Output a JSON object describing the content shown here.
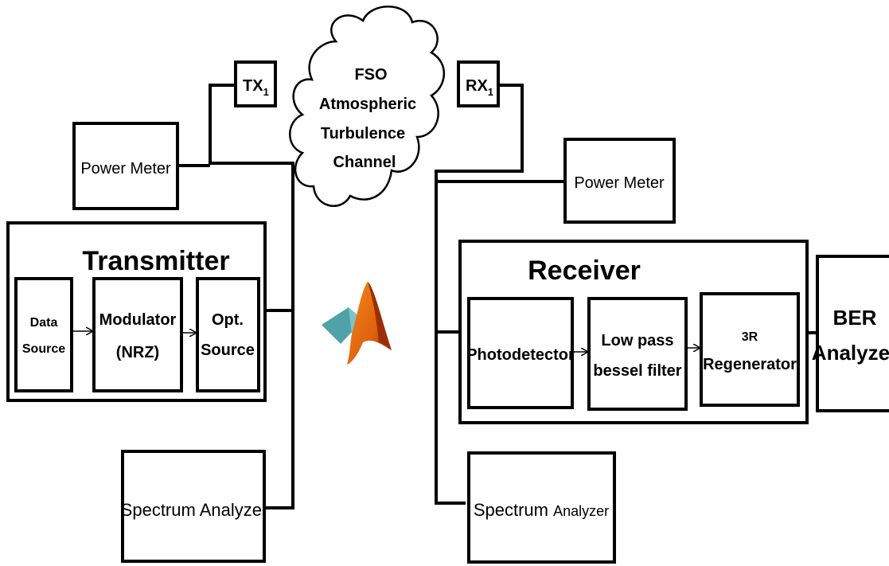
{
  "channel": {
    "lines": [
      "FSO",
      "Atmospheric",
      "Turbulence",
      "Channel"
    ]
  },
  "tx_label": {
    "main": "TX",
    "sub": "1"
  },
  "rx_label": {
    "main": "RX",
    "sub": "1"
  },
  "tx_power_meter": {
    "label": "Power Meter"
  },
  "rx_power_meter": {
    "label": "Power Meter"
  },
  "transmitter": {
    "title": "Transmitter",
    "data_source": [
      "Data",
      "Source"
    ],
    "modulator": [
      "Modulator",
      "(NRZ)"
    ],
    "opt_source": [
      "Opt.",
      "Source"
    ]
  },
  "receiver": {
    "title": "Receiver",
    "photodetector": "Photodetector",
    "filter": [
      "Low pass",
      "bessel filter"
    ],
    "regenerator": [
      "3R",
      "Regenerator"
    ]
  },
  "ber_analyzer": [
    "BER",
    "Analyzer"
  ],
  "tx_spectrum": {
    "label": "Spectrum Analyzer"
  },
  "rx_spectrum": {
    "part1": "Spectrum ",
    "part2": "Analyzer"
  },
  "logo": {
    "icon": "matlab-logo-icon",
    "colors": {
      "orange": "#e0620d",
      "dark": "#9a2e06",
      "teal": "#4fa3a8"
    }
  }
}
